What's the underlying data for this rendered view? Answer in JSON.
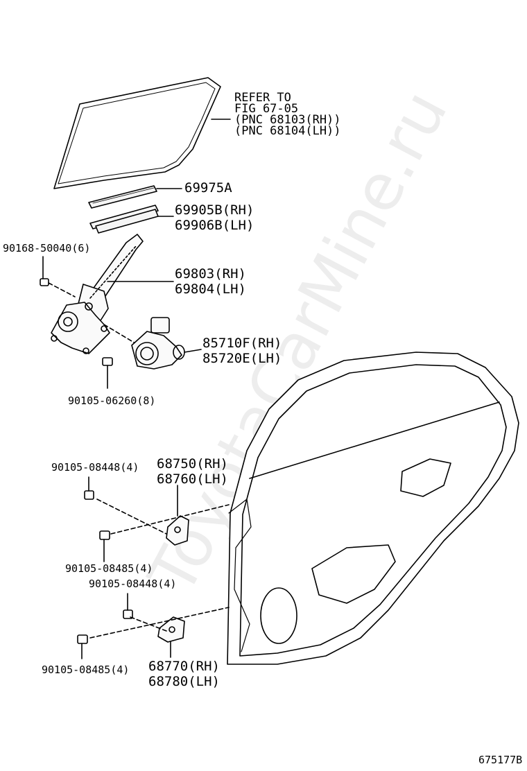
{
  "watermark": "ToyotaCarMine.ru",
  "diagram_id": "675177B",
  "labels": {
    "refer_to_1": "REFER TO",
    "refer_to_2": "FIG 67-05",
    "refer_to_3": "(PNC 68103(RH))",
    "refer_to_4": "(PNC 68104(LH))",
    "p69975a": "69975A",
    "p69905b": "69905B(RH)",
    "p69906b": "69906B(LH)",
    "p90168": "90168-50040(6)",
    "p69803": "69803(RH)",
    "p69804": "69804(LH)",
    "p85710f": "85710F(RH)",
    "p85720e": "85720E(LH)",
    "p90105_06260": "90105-06260(8)",
    "p90105_08448_a": "90105-08448(4)",
    "p68750": "68750(RH)",
    "p68760": "68760(LH)",
    "p90105_08485_a": "90105-08485(4)",
    "p90105_08448_b": "90105-08448(4)",
    "p90105_08485_b": "90105-08485(4)",
    "p68770": "68770(RH)",
    "p68780": "68780(LH)"
  }
}
